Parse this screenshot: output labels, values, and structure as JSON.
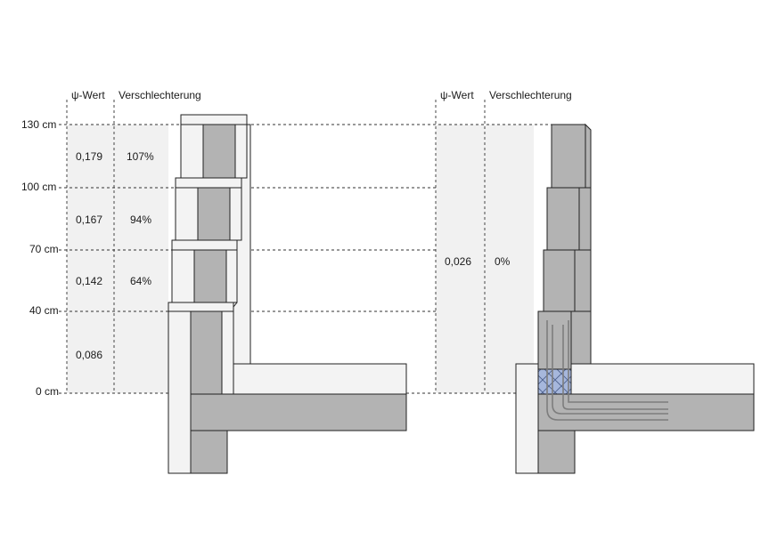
{
  "left_panel": {
    "header_psi": "ψ-Wert",
    "header_change": "Verschlechterung",
    "height_labels": [
      "130 cm",
      "100 cm",
      "70 cm",
      "40 cm",
      "0 cm"
    ],
    "rows": [
      {
        "psi": "0,179",
        "change": "107%"
      },
      {
        "psi": "0,167",
        "change": "94%"
      },
      {
        "psi": "0,142",
        "change": "64%"
      },
      {
        "psi": "0,086",
        "change": ""
      }
    ]
  },
  "right_panel": {
    "header_psi": "ψ-Wert",
    "header_change": "Verschlechterung",
    "psi": "0,026",
    "change": "0%"
  },
  "colors": {
    "concrete": "#b3b3b3",
    "insulation": "#f3f3f3",
    "thermal_break": "#a6b7dc",
    "table_shading": "#f1f1f1"
  }
}
